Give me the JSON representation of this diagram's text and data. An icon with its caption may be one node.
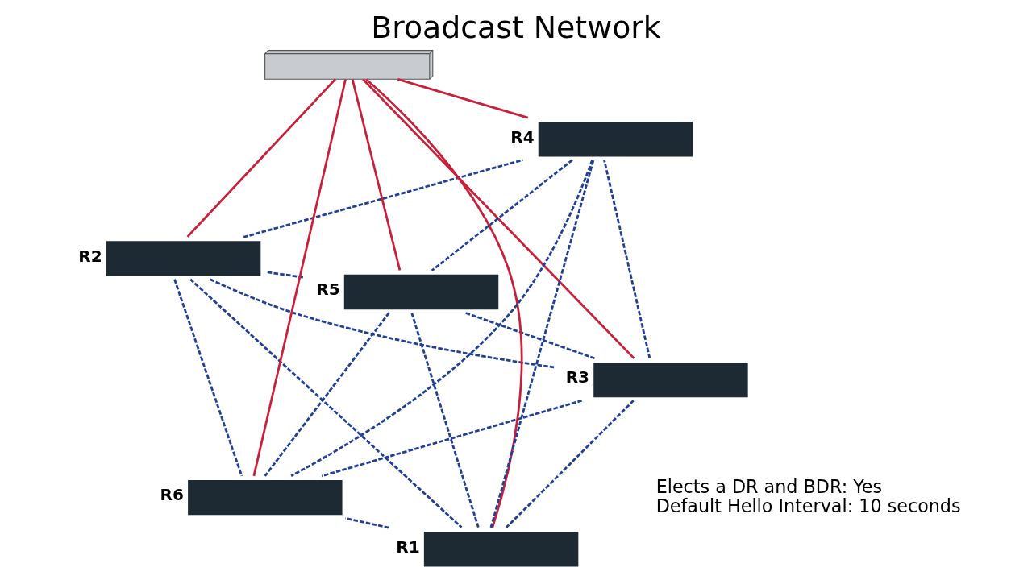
{
  "diagram": {
    "title": "Broadcast Network",
    "nodes": [
      {
        "text": [],
        "shape": "box",
        "beside": [
          "R2"
        ]
      },
      {
        "text": [],
        "shape": "box",
        "beside": [
          "R3"
        ]
      },
      {
        "text": [],
        "shape": "box",
        "beside": [
          "R1"
        ]
      },
      {
        "text": [],
        "shape": "picture"
      },
      {
        "text": [],
        "shape": "box",
        "beside": [
          "R4"
        ]
      },
      {
        "text": [],
        "shape": "box",
        "beside": [
          "R5"
        ]
      },
      {
        "text": [],
        "shape": "box",
        "beside": [
          "R6"
        ]
      }
    ],
    "edges": [
      {
        "from": 0,
        "to": 3,
        "arrow": "none",
        "color": "#c8203a"
      },
      {
        "from": 1,
        "to": 3,
        "arrow": "none",
        "color": "#c8203a"
      },
      {
        "from": 2,
        "to": 3,
        "arrow": "none",
        "color": "#c8203a"
      },
      {
        "from": 4,
        "to": 3,
        "arrow": "none",
        "color": "#c8203a"
      },
      {
        "from": 5,
        "to": 3,
        "arrow": "none",
        "color": "#c8203a"
      },
      {
        "from": 6,
        "to": 3,
        "arrow": "none",
        "color": "#c8203a"
      },
      {
        "from": 0,
        "to": 1,
        "arrow": "none",
        "style": "dashed"
      },
      {
        "from": 0,
        "to": 2,
        "arrow": "none",
        "style": "dashed"
      },
      {
        "from": 0,
        "to": 4,
        "arrow": "none",
        "style": "dashed"
      },
      {
        "from": 0,
        "to": 5,
        "arrow": "none",
        "style": "dashed"
      },
      {
        "from": 0,
        "to": 6,
        "arrow": "none",
        "style": "dashed"
      },
      {
        "from": 1,
        "to": 2,
        "arrow": "none",
        "style": "dashed"
      },
      {
        "from": 1,
        "to": 4,
        "arrow": "none",
        "style": "dashed"
      },
      {
        "from": 1,
        "to": 5,
        "arrow": "none",
        "style": "dashed"
      },
      {
        "from": 1,
        "to": 6,
        "arrow": "none",
        "style": "dashed"
      },
      {
        "from": 2,
        "to": 4,
        "arrow": "none",
        "style": "dashed"
      },
      {
        "from": 2,
        "to": 5,
        "arrow": "none",
        "style": "dashed"
      },
      {
        "from": 2,
        "to": 6,
        "arrow": "none",
        "style": "dashed"
      },
      {
        "from": 4,
        "to": 5,
        "arrow": "none",
        "style": "dashed"
      },
      {
        "from": 4,
        "to": 6,
        "arrow": "none",
        "style": "dashed"
      },
      {
        "from": 5,
        "to": 6,
        "arrow": "none",
        "style": "dashed"
      }
    ],
    "labels": [
      "Elects a DR and BDR: Yes",
      "Default Hello Interval: 10 seconds"
    ]
  }
}
